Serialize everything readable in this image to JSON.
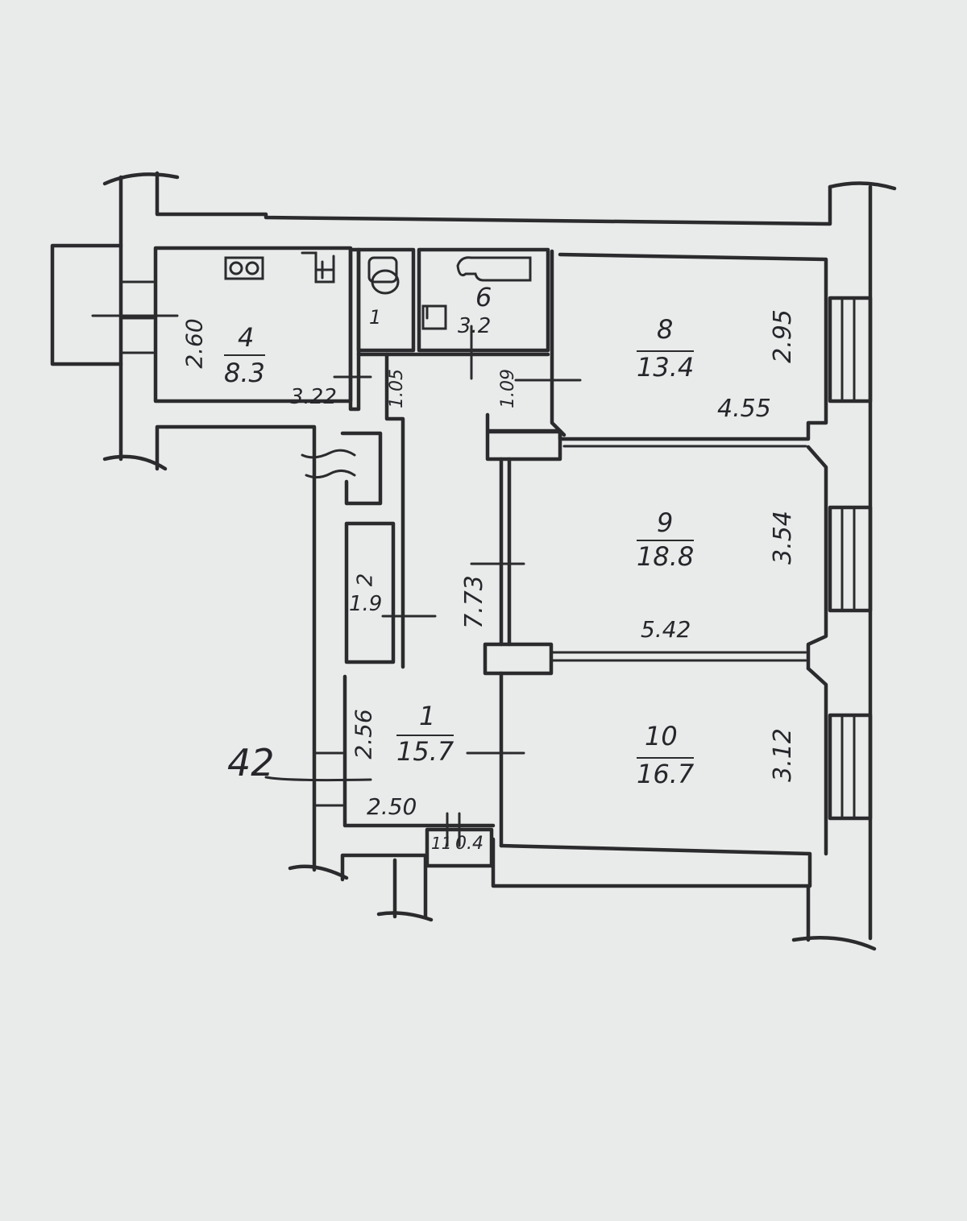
{
  "rooms": [
    {
      "number": "1",
      "area": "15.7"
    },
    {
      "number": "2",
      "area": "1.9"
    },
    {
      "number": "4",
      "area": "8.3"
    },
    {
      "number": "6",
      "area": "3.2"
    },
    {
      "number": "8",
      "area": "13.4"
    },
    {
      "number": "9",
      "area": "18.8"
    },
    {
      "number": "10",
      "area": "16.7"
    },
    {
      "number": "11",
      "area": "0.4"
    }
  ],
  "dimensions": {
    "kitchen_width": "2.60",
    "kitchen_length": "3.22",
    "wc_width": "1.05",
    "bath_width": "1.09",
    "room8_depth": "2.95",
    "room8_width": "4.55",
    "room9_depth": "3.54",
    "room9_width": "5.42",
    "room10_depth": "3.12",
    "hall_length": "7.73",
    "hall_depth": "2.56",
    "hall_width": "2.50"
  },
  "marks": {
    "entrance": "42",
    "wc_small": "1"
  }
}
